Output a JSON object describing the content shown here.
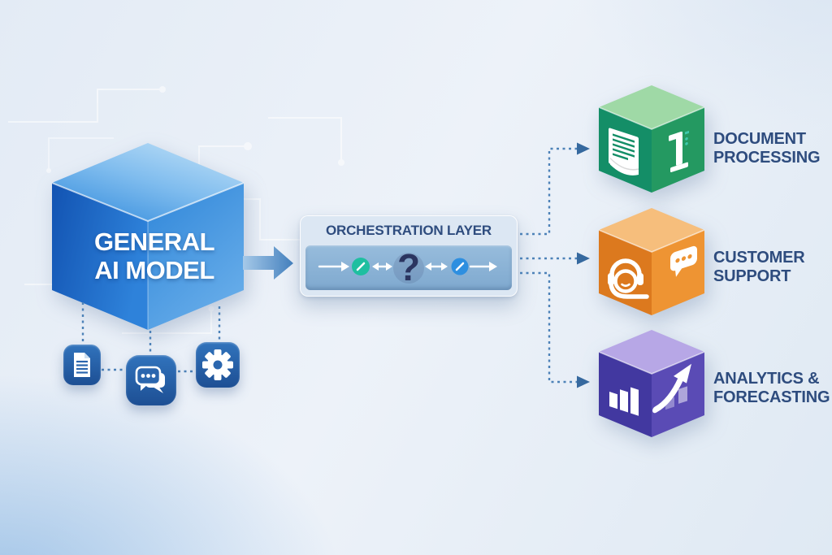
{
  "diagram": {
    "source_cube": {
      "line1": "GENERAL",
      "line2": "AI MODEL"
    },
    "capability_tiles": [
      {
        "icon": "document-icon"
      },
      {
        "icon": "chat-bubbles-icon"
      },
      {
        "icon": "gear-icon"
      }
    ],
    "orchestration": {
      "title": "ORCHESTRATION LAYER",
      "question_mark": "?",
      "nodes": [
        {
          "icon": "task-node-teal",
          "color": "#1fbfa0"
        },
        {
          "icon": "task-node-blue",
          "color": "#2e8fe0"
        }
      ]
    },
    "targets": [
      {
        "name": "document-processing",
        "line1": "DOCUMENT",
        "line2": "PROCESSING",
        "icon": "document-scroll-icon",
        "face_top": "#9fd9a6",
        "face_left": "#148e67",
        "face_right": "#27a368"
      },
      {
        "name": "customer-support",
        "line1": "CUSTOMER",
        "line2": "SUPPORT",
        "icon": "headset-agent-icon",
        "face_top": "#f6be7c",
        "face_left": "#dc791e",
        "face_right": "#ee9433"
      },
      {
        "name": "analytics-forecasting",
        "line1": "ANALYTICS &",
        "line2": "FORECASTING",
        "icon": "bar-chart-growth-icon",
        "face_top": "#b7a7e6",
        "face_left": "#4238a0",
        "face_right": "#5a4bb5"
      }
    ],
    "colors": {
      "label_text": "#2e4c7e",
      "cube_text": "#ffffff",
      "dash_line": "#4d82b8",
      "arrowhead": "#36699f",
      "question_mark": "#2b3560",
      "tile_blue": "#2b66ae",
      "cube_blue_dark": "#1253b2",
      "cube_blue_light": "#c6e4f8"
    }
  }
}
